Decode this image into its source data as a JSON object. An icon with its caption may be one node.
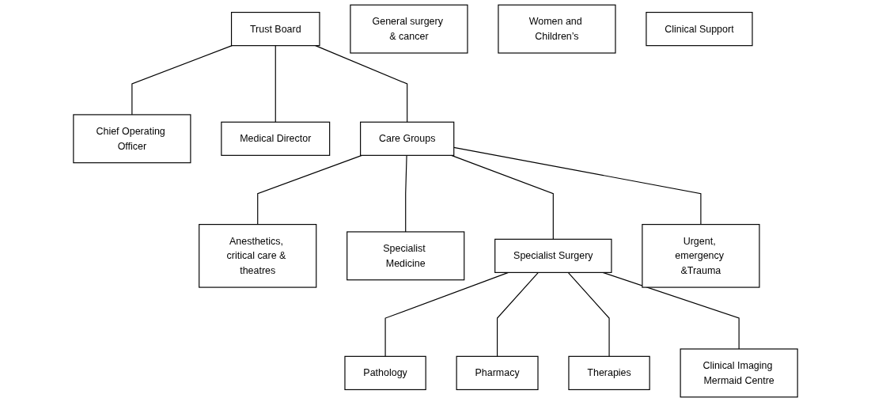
{
  "diagram": {
    "nodes": [
      {
        "text": [
          "Trust Board"
        ]
      },
      {
        "text": [
          "Chief Operating Officer"
        ]
      },
      {
        "text": [
          "Medical Director"
        ]
      },
      {
        "text": [
          "Care Groups"
        ]
      },
      {
        "text": [
          "Anesthetics, critical care & theatres"
        ]
      },
      {
        "text": [
          "General surgery & cancer"
        ]
      },
      {
        "text": [
          "Specialist Medicine"
        ]
      },
      {
        "text": [
          "Specialist Surgery"
        ]
      },
      {
        "text": [
          "Women and Children’s"
        ]
      },
      {
        "text": [
          "Urgent, emergency &Trauma"
        ]
      },
      {
        "text": [
          "Clinical Support"
        ]
      },
      {
        "text": [
          "Pathology"
        ]
      },
      {
        "text": [
          "Pharmacy"
        ]
      },
      {
        "text": [
          "Therapies"
        ]
      },
      {
        "text": [
          "Clinical Imaging Mermaid Centre"
        ]
      }
    ],
    "edges": [
      {
        "from": 0,
        "to": 1,
        "arrow": "none"
      },
      {
        "from": 0,
        "to": 2,
        "arrow": "none"
      },
      {
        "from": 0,
        "to": 3,
        "arrow": "none"
      },
      {
        "from": 3,
        "to": 4,
        "arrow": "none"
      },
      {
        "from": 3,
        "to": 6,
        "arrow": "none"
      },
      {
        "from": 3,
        "to": 7,
        "arrow": "none"
      },
      {
        "from": 3,
        "to": 9,
        "arrow": "none"
      },
      {
        "from": 7,
        "to": 11,
        "arrow": "none"
      },
      {
        "from": 7,
        "to": 12,
        "arrow": "none"
      },
      {
        "from": 7,
        "to": 13,
        "arrow": "none"
      },
      {
        "from": 7,
        "to": 14,
        "arrow": "none"
      }
    ]
  }
}
